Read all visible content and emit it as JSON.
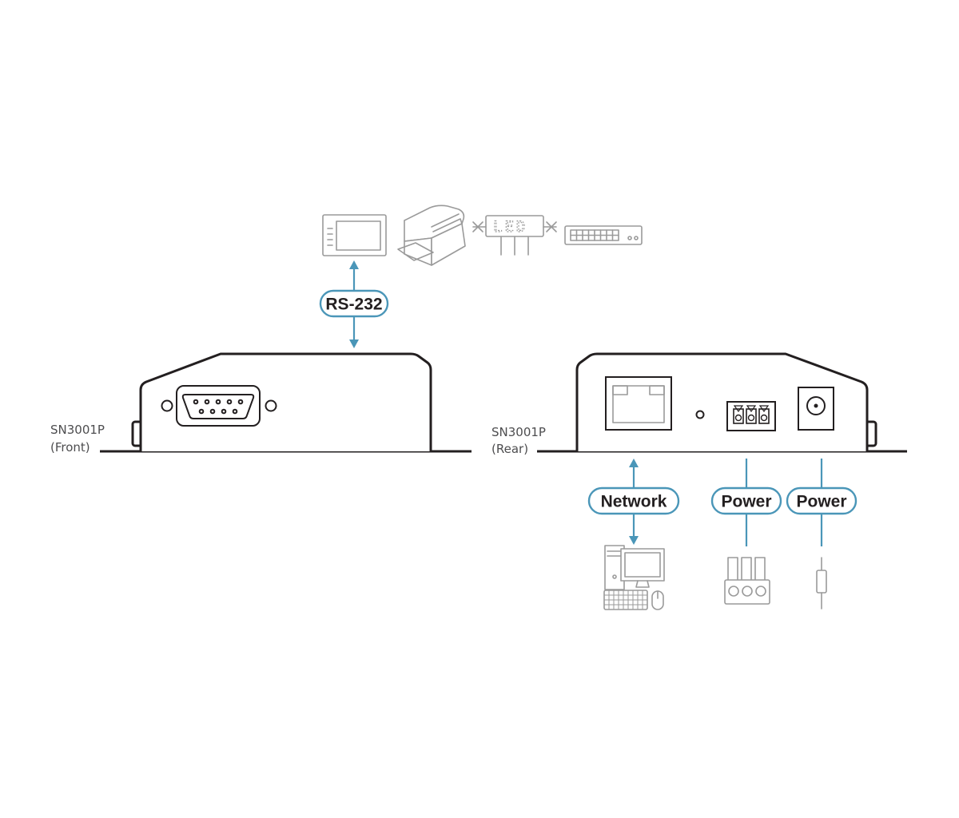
{
  "devices": {
    "front": {
      "model": "SN3001P",
      "view": "(Front)"
    },
    "rear": {
      "model": "SN3001P",
      "view": "(Rear)"
    }
  },
  "connections": {
    "rs232": "RS-232",
    "network": "Network",
    "power_terminal": "Power",
    "power_dc": "Power"
  },
  "serial_devices": {
    "led_sign_text": "LED"
  },
  "colors": {
    "accent": "#4a96b8",
    "device_outline": "#231f20",
    "icon_gray": "#9a9a9a",
    "label_text": "#4d4d4f"
  }
}
